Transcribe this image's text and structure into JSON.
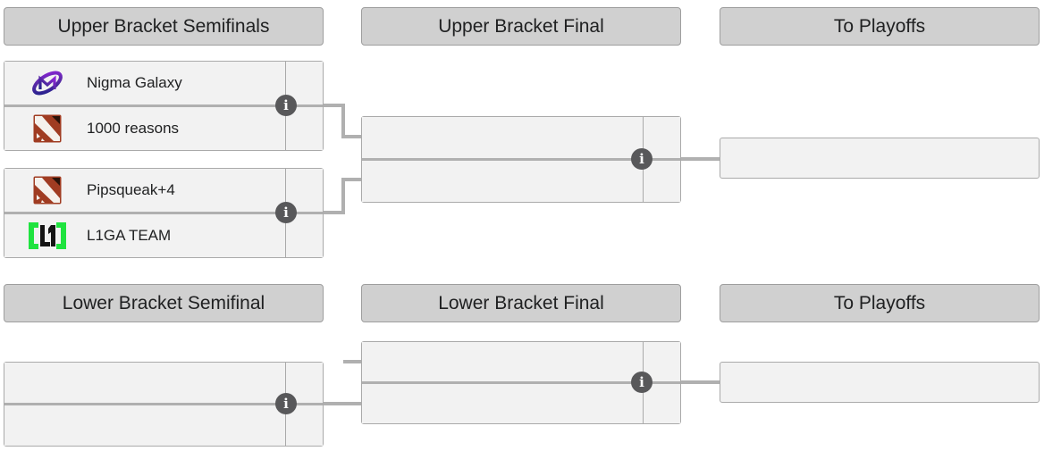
{
  "colors": {
    "background": "#ffffff",
    "header_bg": "#d0d0d0",
    "header_border": "#9e9e9e",
    "box_bg": "#f2f2f2",
    "box_border": "#aaaaaa",
    "connector": "#b0b0b0",
    "info_icon_bg": "#58585a",
    "info_icon_fg": "#ffffff",
    "text": "#202122",
    "nigma_blue": "#1d2088",
    "nigma_purple": "#8e24d8",
    "dota_red": "#a03c22",
    "dota_dark": "#2b1209",
    "dota_blade": "#f5f1ec",
    "l1ga_green": "#1fe33f",
    "l1ga_dark": "#141414"
  },
  "info_icon": {
    "glyph": "i"
  },
  "upper": {
    "round1_header": "Upper Bracket Semifinals",
    "round2_header": "Upper Bracket Final",
    "round3_header": "To Playoffs",
    "matches": [
      {
        "teams": [
          {
            "name": "Nigma Galaxy",
            "logo": "nigma-galaxy-logo",
            "score": ""
          },
          {
            "name": "1000 reasons",
            "logo": "dota2-logo",
            "score": ""
          }
        ]
      },
      {
        "teams": [
          {
            "name": "Pipsqueak+4",
            "logo": "dota2-logo",
            "score": ""
          },
          {
            "name": "L1GA TEAM",
            "logo": "l1ga-team-logo",
            "score": ""
          }
        ]
      },
      {
        "teams": [
          {
            "name": "",
            "score": ""
          },
          {
            "name": "",
            "score": ""
          }
        ]
      }
    ],
    "playoff_slot": {
      "name": ""
    }
  },
  "lower": {
    "round1_header": "Lower Bracket Semifinal",
    "round2_header": "Lower Bracket Final",
    "round3_header": "To Playoffs",
    "matches": [
      {
        "teams": [
          {
            "name": "",
            "score": ""
          },
          {
            "name": "",
            "score": ""
          }
        ]
      },
      {
        "teams": [
          {
            "name": "",
            "score": ""
          },
          {
            "name": "",
            "score": ""
          }
        ]
      }
    ],
    "playoff_slot": {
      "name": ""
    }
  }
}
